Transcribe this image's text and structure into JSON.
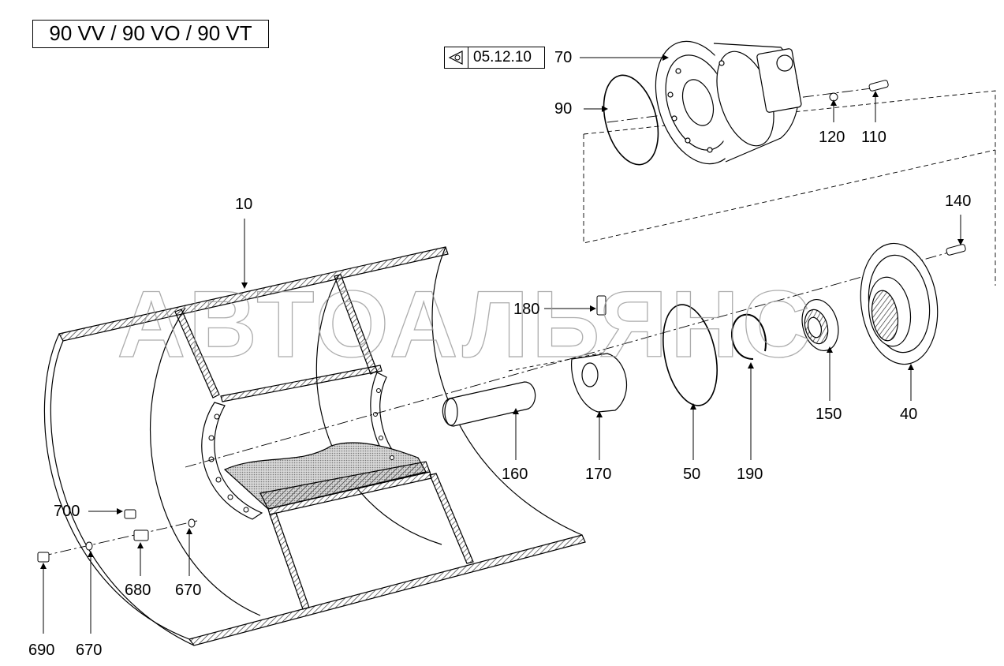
{
  "title": "90 VV / 90 VO / 90 VT",
  "reference": {
    "icon": "view-reference-icon",
    "text": "05.12.10"
  },
  "watermark": "АВТОАЛЬЯНС",
  "callouts": [
    {
      "id": "c70",
      "label": "70"
    },
    {
      "id": "c90",
      "label": "90"
    },
    {
      "id": "c120",
      "label": "120"
    },
    {
      "id": "c110",
      "label": "110"
    },
    {
      "id": "c10",
      "label": "10"
    },
    {
      "id": "c140",
      "label": "140"
    },
    {
      "id": "c180",
      "label": "180"
    },
    {
      "id": "c150",
      "label": "150"
    },
    {
      "id": "c40",
      "label": "40"
    },
    {
      "id": "c160",
      "label": "160"
    },
    {
      "id": "c170",
      "label": "170"
    },
    {
      "id": "c50",
      "label": "50"
    },
    {
      "id": "c190",
      "label": "190"
    },
    {
      "id": "c700",
      "label": "700"
    },
    {
      "id": "c680",
      "label": "680"
    },
    {
      "id": "c670a",
      "label": "670"
    },
    {
      "id": "c690",
      "label": "690"
    },
    {
      "id": "c670b",
      "label": "670"
    }
  ]
}
